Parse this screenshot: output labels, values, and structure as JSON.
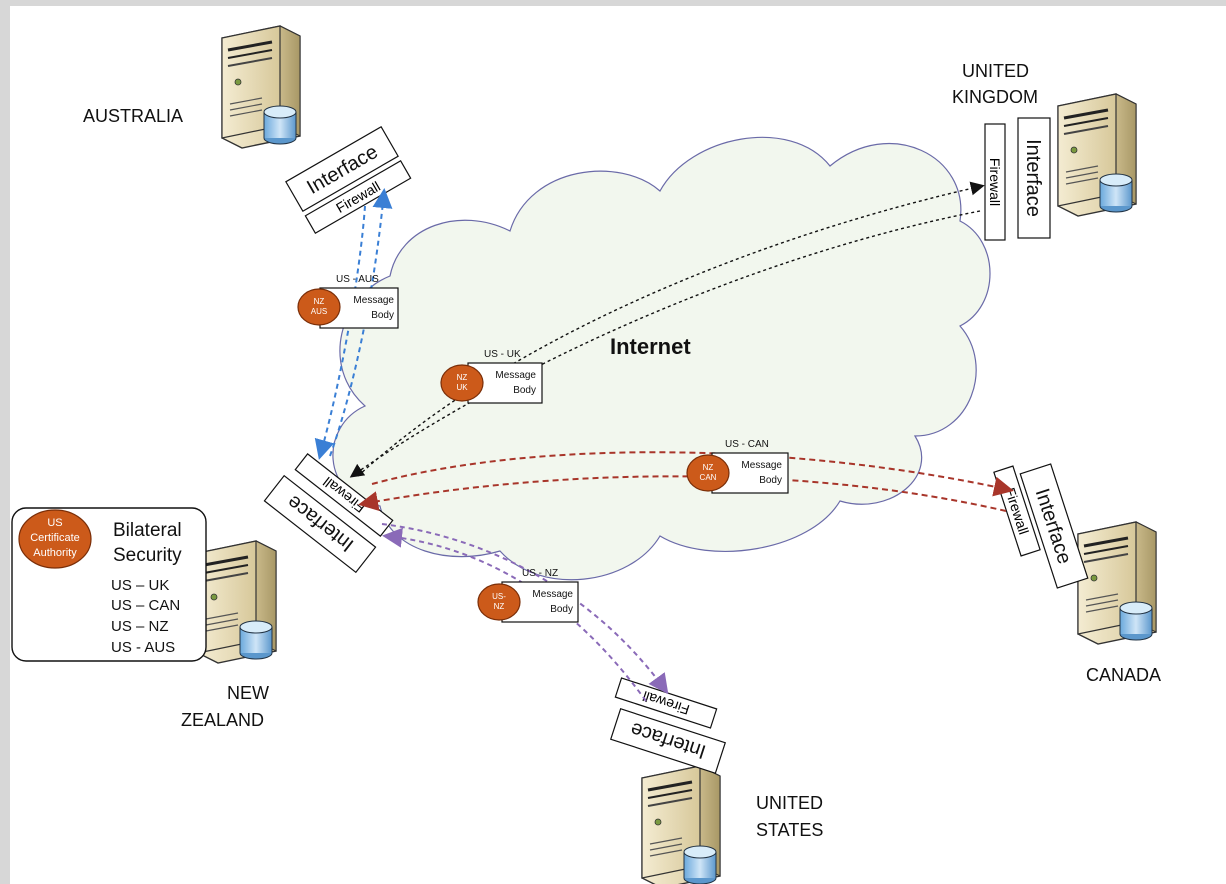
{
  "countries": {
    "australia": "AUSTRALIA",
    "uk_line1": "UNITED",
    "uk_line2": "KINGDOM",
    "canada": "CANADA",
    "us_line1": "UNITED",
    "us_line2": "STATES",
    "nz_line1": "NEW",
    "nz_line2": "ZEALAND"
  },
  "network": {
    "cloud_label": "Internet",
    "interface_label": "Interface",
    "firewall_label": "Firewall"
  },
  "messages": [
    {
      "header": "US - AUS",
      "seal_l1": "NZ",
      "seal_l2": "AUS",
      "body_l1": "Message",
      "body_l2": "Body"
    },
    {
      "header": "US - UK",
      "seal_l1": "NZ",
      "seal_l2": "UK",
      "body_l1": "Message",
      "body_l2": "Body"
    },
    {
      "header": "US - CAN",
      "seal_l1": "NZ",
      "seal_l2": "CAN",
      "body_l1": "Message",
      "body_l2": "Body"
    },
    {
      "header": "US - NZ",
      "seal_l1": "US-",
      "seal_l2": "NZ",
      "body_l1": "Message",
      "body_l2": "Body"
    }
  ],
  "security_panel": {
    "ca_line1": "US",
    "ca_line2": "Certificate",
    "ca_line3": "Authority",
    "title_line1": "Bilateral",
    "title_line2": "Security",
    "pairs": [
      "US – UK",
      "US – CAN",
      "US – NZ",
      "US - AUS"
    ]
  },
  "colors": {
    "seal": "#cc5a1a",
    "aus_link": "#3a7fd5",
    "uk_link": "#111111",
    "can_link": "#a8352a",
    "us_link": "#8a6ab8"
  }
}
